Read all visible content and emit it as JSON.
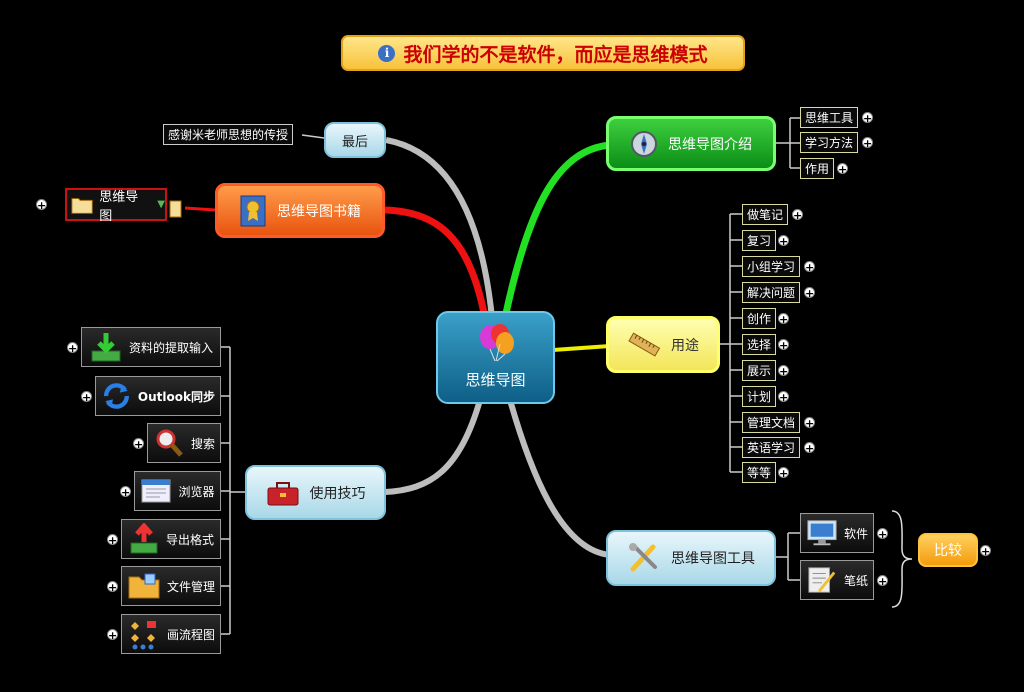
{
  "title": {
    "text": "我们学的不是软件，而应是思维模式",
    "icon": "info-icon"
  },
  "center": {
    "label": "思维导图",
    "icon": "balloons-icon"
  },
  "branches": {
    "intro": {
      "label": "思维导图介绍",
      "icon": "compass-icon",
      "color": "#0b8e17",
      "children": [
        "思维工具",
        "学习方法",
        "作用"
      ]
    },
    "use": {
      "label": "用途",
      "icon": "ruler-icon",
      "color": "#f3e55a",
      "children": [
        "做笔记",
        "复习",
        "小组学习",
        "解决问题",
        "创作",
        "选择",
        "展示",
        "计划",
        "管理文档",
        "英语学习",
        "等等"
      ]
    },
    "tool": {
      "label": "思维导图工具",
      "icon": "tools-icon",
      "children": [
        {
          "label": "软件",
          "icon": "monitor-icon"
        },
        {
          "label": "笔纸",
          "icon": "paper-pen-icon"
        }
      ],
      "compare": "比较"
    },
    "skill": {
      "label": "使用技巧",
      "icon": "toolbox-icon",
      "children": [
        {
          "label": "资料的提取输入",
          "icon": "download-icon"
        },
        {
          "label": "Outlook同步",
          "icon": "sync-icon"
        },
        {
          "label": "搜索",
          "icon": "search-icon"
        },
        {
          "label": "浏览器",
          "icon": "browser-icon"
        },
        {
          "label": "导出格式",
          "icon": "export-icon"
        },
        {
          "label": "文件管理",
          "icon": "folder-icon"
        },
        {
          "label": "画流程图",
          "icon": "flowchart-icon"
        }
      ]
    },
    "book": {
      "label": "思维导图书籍",
      "icon": "book-award-icon",
      "color": "#e85410",
      "child": {
        "label": "思维导图",
        "icon": "folder-icon"
      }
    },
    "last": {
      "label": "最后",
      "child": "感谢米老师思想的传授"
    }
  },
  "colors": {
    "background": "#000000",
    "green_link": "#22e022",
    "yellow_link": "#eeee00",
    "red_link": "#ee1111",
    "gray_link": "#bdbdbd"
  }
}
